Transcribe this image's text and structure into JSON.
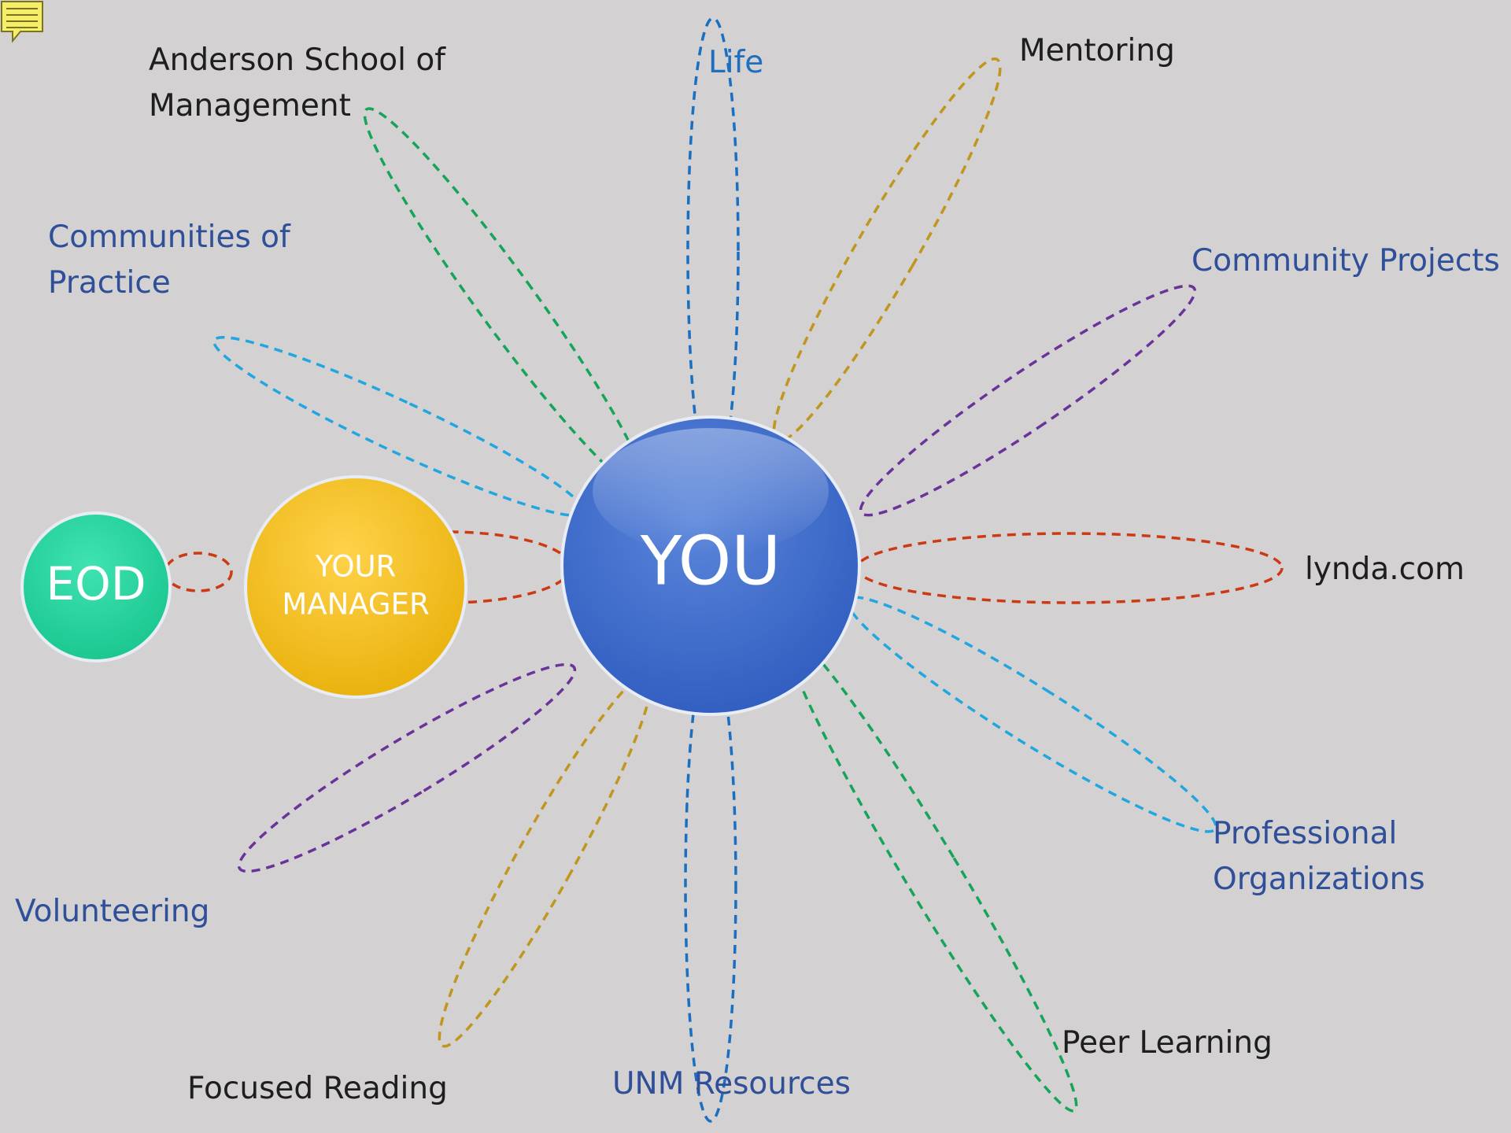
{
  "center": {
    "label": "YOU"
  },
  "chain": [
    {
      "label": "YOUR MANAGER",
      "lines": [
        "YOUR",
        "MANAGER"
      ]
    },
    {
      "label": "EOD"
    }
  ],
  "resources": [
    {
      "id": "life",
      "label": "Life",
      "color": "#1a6fc0"
    },
    {
      "id": "mentoring",
      "label": "Mentoring",
      "color": "#c0961e"
    },
    {
      "id": "community-projects",
      "label": "Community Projects",
      "color": "#6a3399"
    },
    {
      "id": "lynda",
      "label": "lynda.com",
      "color": "#cc3a14"
    },
    {
      "id": "professional-organizations",
      "label": "Professional Organizations",
      "lines": [
        "Professional",
        "Organizations"
      ],
      "color": "#21a7e0"
    },
    {
      "id": "peer-learning",
      "label": "Peer Learning",
      "color": "#16a35a"
    },
    {
      "id": "unm-resources",
      "label": "UNM Resources",
      "color": "#1a6fc0"
    },
    {
      "id": "focused-reading",
      "label": "Focused Reading",
      "color": "#c0961e"
    },
    {
      "id": "volunteering",
      "label": "Volunteering",
      "color": "#6a3399"
    },
    {
      "id": "communities-of-practice",
      "label": "Communities of Practice",
      "lines": [
        "Communities of",
        "Practice"
      ],
      "color": "#21a7e0"
    },
    {
      "id": "anderson",
      "label": "Anderson School of Management",
      "lines": [
        "Anderson School of",
        "Management"
      ],
      "color": "#16a35a"
    }
  ],
  "colors": {
    "background": "#d3d1d1",
    "you": "#3a66c8",
    "manager": "#f5bd0c",
    "eod": "#22d49c",
    "chain_link": "#cc3a14"
  },
  "icons": {
    "note": "comment-note-icon"
  }
}
